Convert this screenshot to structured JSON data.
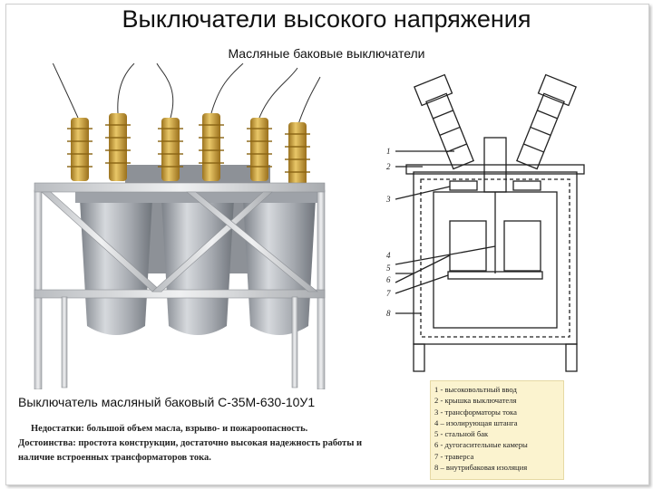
{
  "title": "Выключатели высокого напряжения",
  "subtitle": "Масляные баковые выключатели",
  "caption": "Выключатель масляный баковый С-35М-630-10У1",
  "notes": {
    "line1": "Недостатки: большой объем масла, взрыво- и пожароопасность.",
    "line2": "Достоинства: простота конструкции, достаточно высокая надежность работы и наличие встроенных трансформаторов тока."
  },
  "scheme_labels": [
    "1",
    "2",
    "3",
    "4",
    "5",
    "6",
    "7",
    "8"
  ],
  "legend": [
    "1 - высоковольтный ввод",
    "2 - крышка выключателя",
    "3 - трансформаторы тока",
    "4 – изолирующая штанга",
    "5 - стальной бак",
    "6 - дугогасительные камеры",
    "7 - траверса",
    "8 – внутрибаковая изоляция"
  ],
  "colors": {
    "insulator": "#c9a03c",
    "tank": "#a9adb3",
    "frame": "#d5d7da",
    "legend_bg": "#fbf3cf",
    "scheme_line": "#222222"
  }
}
